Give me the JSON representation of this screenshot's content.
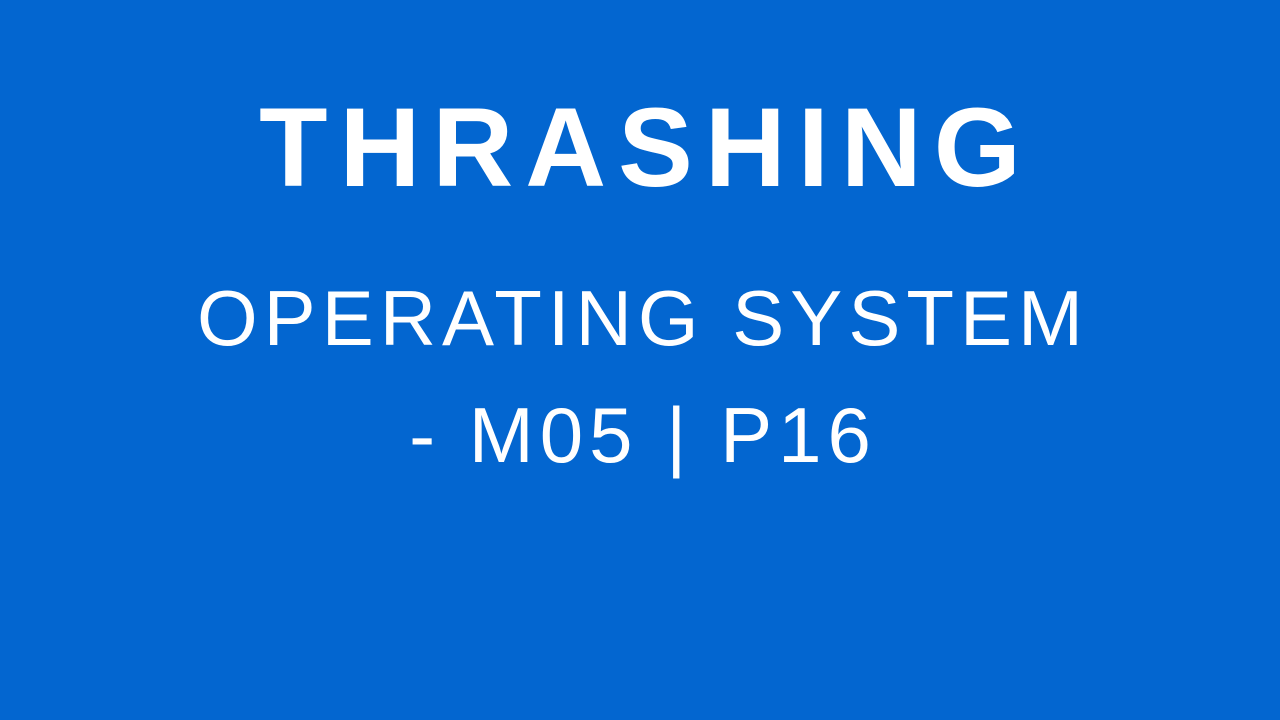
{
  "slide": {
    "title": "THRASHING",
    "subtitle_line1": "OPERATING SYSTEM",
    "subtitle_line2": "- M05 | P16",
    "background_color": "#0366d0",
    "text_color": "#ffffff"
  }
}
